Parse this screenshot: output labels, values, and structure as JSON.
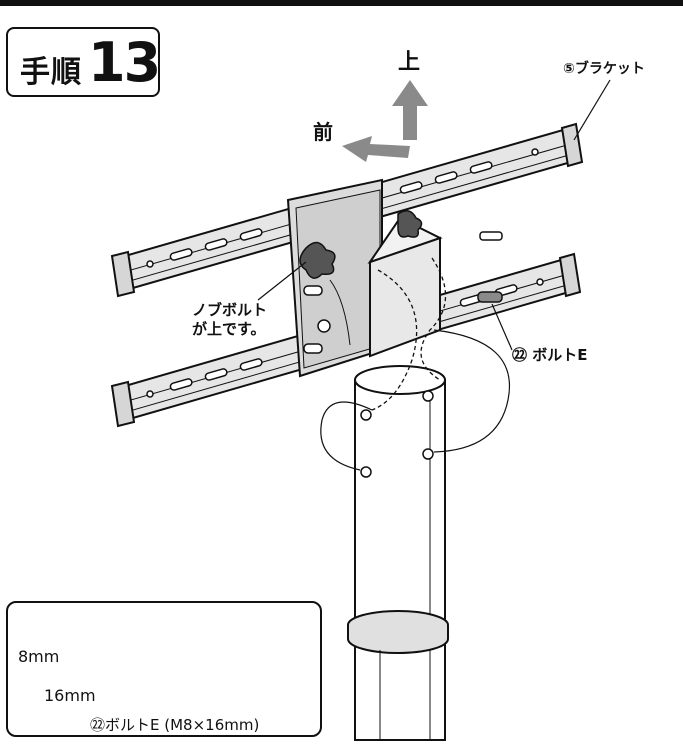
{
  "step": {
    "word": "手順",
    "number": "13"
  },
  "directions": {
    "up": "上",
    "front": "前"
  },
  "labels": {
    "bracket": "⑤ブラケット",
    "knob_line1": "ノブボルト",
    "knob_line2": "が上です。",
    "bolt_e": "㉒ ボルトE"
  },
  "detail": {
    "diameter": "8mm",
    "length": "16mm",
    "caption": "㉒ボルトE (M8×16mm)"
  },
  "colors": {
    "ink": "#111111",
    "metal": "#e6e6e6",
    "metal_dark": "#bdbdbd",
    "arrow": "#8a8a8a"
  }
}
